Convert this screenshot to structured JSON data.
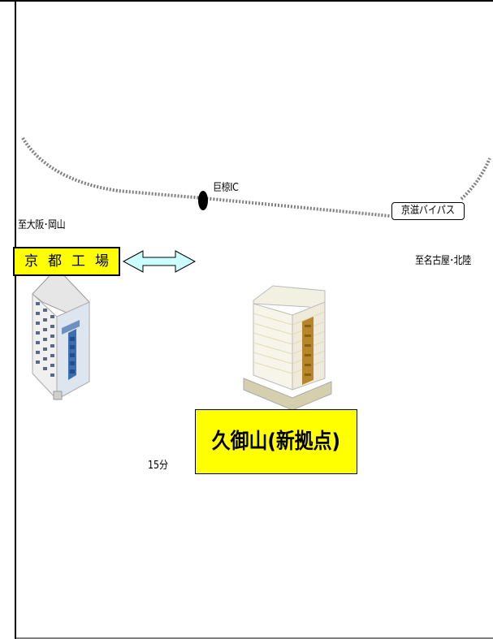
{
  "map": {
    "labels": {
      "ic": "巨椋IC",
      "to_osaka": "至大阪･岡山",
      "bypass": "京滋バイパス",
      "to_nagoya": "至名古屋･北陸",
      "factory": "京都工場",
      "new_site": "久御山(新拠点)",
      "drive_time": "15分"
    },
    "colors": {
      "label_fill": "#ffff00",
      "arrow_fill": "#ccffff",
      "road": "#808080"
    }
  }
}
